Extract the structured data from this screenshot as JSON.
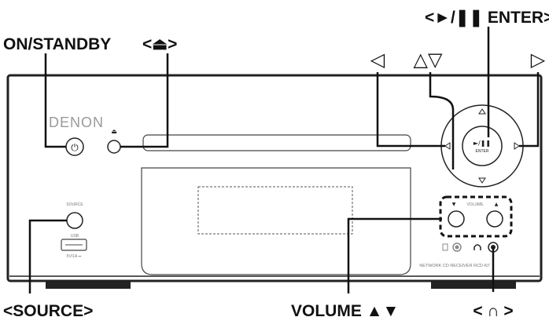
{
  "brand": "DENON",
  "callouts": {
    "on_standby": "ON/STANDBY",
    "eject": "<⏏>",
    "play_pause_enter": "<►/❚❚ ENTER>",
    "left": "◁",
    "up_down": "△▽",
    "right": "▷",
    "source": "<SOURCE>",
    "volume": "VOLUME ▲▼",
    "headphones": "< ∩ >"
  },
  "panel_labels": {
    "source": "SOURCE",
    "usb": "USB",
    "usb_rating": "5V/1A ⎓",
    "volume": "VOLUME",
    "vol_down": "▼",
    "vol_up": "▲",
    "model": "NETWORK CD RECEIVER  RCD-N7",
    "enter_top": "►/❚❚",
    "enter_bottom": "ENTER",
    "eject_mark": "⏏",
    "power_mark": "⏻"
  }
}
